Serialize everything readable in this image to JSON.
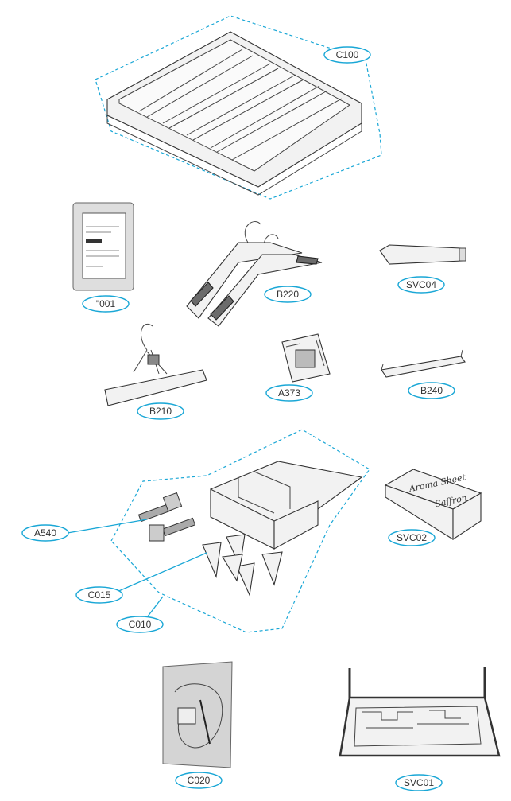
{
  "callouts": [
    {
      "id": "C100",
      "label": "C100"
    },
    {
      "id": "001",
      "label": "\"001"
    },
    {
      "id": "B220",
      "label": "B220"
    },
    {
      "id": "SVC04",
      "label": "SVC04"
    },
    {
      "id": "B210",
      "label": "B210"
    },
    {
      "id": "A373",
      "label": "A373"
    },
    {
      "id": "B240",
      "label": "B240"
    },
    {
      "id": "A540",
      "label": "A540"
    },
    {
      "id": "SVC02",
      "label": "SVC02"
    },
    {
      "id": "C015",
      "label": "C015"
    },
    {
      "id": "C010",
      "label": "C010"
    },
    {
      "id": "C020",
      "label": "C020"
    },
    {
      "id": "SVC01",
      "label": "SVC01"
    }
  ],
  "aroma_box": {
    "line1": "Aroma Sheet",
    "line2": "Saffron"
  },
  "colors": {
    "accent": "#1aa7d6",
    "ink": "#333333"
  }
}
